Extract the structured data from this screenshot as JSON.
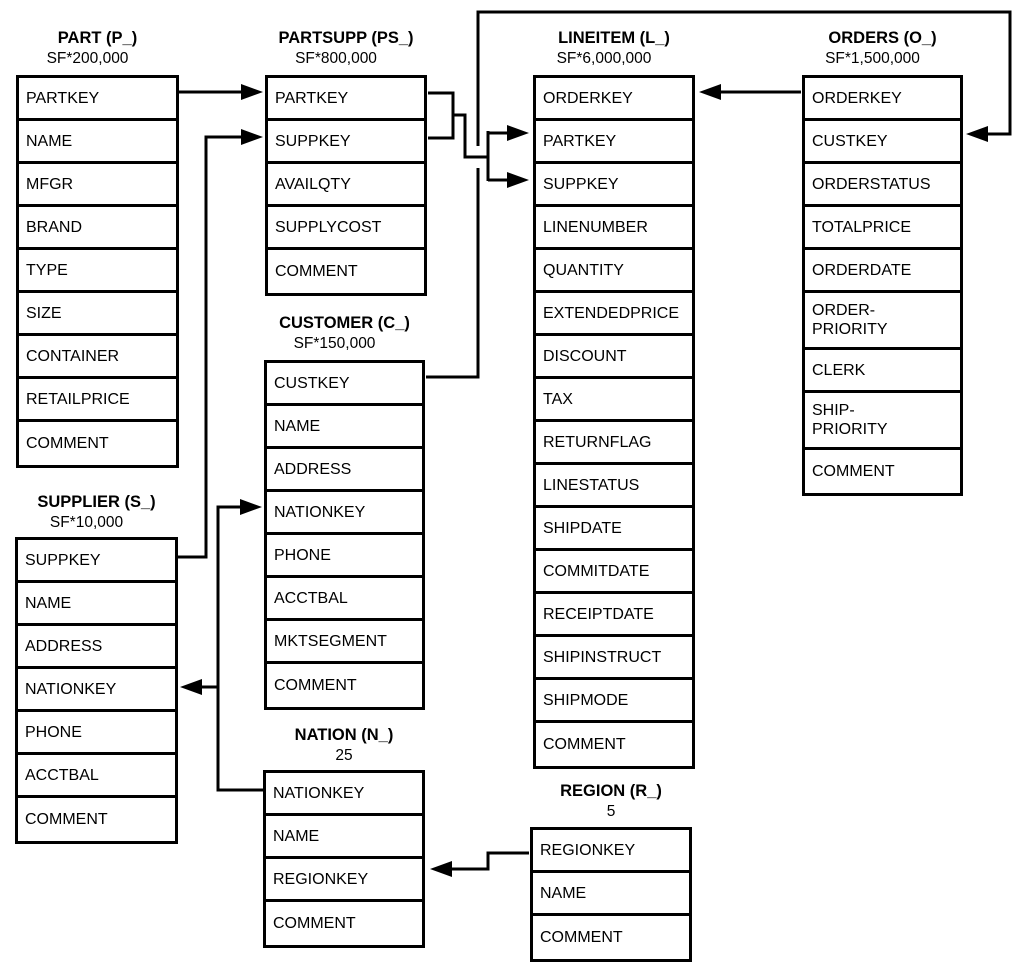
{
  "tables": [
    {
      "id": "part",
      "title": "PART (P_)",
      "cardinality": "SF*200,000",
      "columns": [
        "PARTKEY",
        "NAME",
        "MFGR",
        "BRAND",
        "TYPE",
        "SIZE",
        "CONTAINER",
        "RETAILPRICE",
        "COMMENT"
      ]
    },
    {
      "id": "partsupp",
      "title": "PARTSUPP (PS_)",
      "cardinality": "SF*800,000",
      "columns": [
        "PARTKEY",
        "SUPPKEY",
        "AVAILQTY",
        "SUPPLYCOST",
        "COMMENT"
      ]
    },
    {
      "id": "lineitem",
      "title": "LINEITEM (L_)",
      "cardinality": "SF*6,000,000",
      "columns": [
        "ORDERKEY",
        "PARTKEY",
        "SUPPKEY",
        "LINENUMBER",
        "QUANTITY",
        "EXTENDEDPRICE",
        "DISCOUNT",
        "TAX",
        "RETURNFLAG",
        "LINESTATUS",
        "SHIPDATE",
        "COMMITDATE",
        "RECEIPTDATE",
        "SHIPINSTRUCT",
        "SHIPMODE",
        "COMMENT"
      ]
    },
    {
      "id": "orders",
      "title": "ORDERS (O_)",
      "cardinality": "SF*1,500,000",
      "columns": [
        "ORDERKEY",
        "CUSTKEY",
        "ORDERSTATUS",
        "TOTALPRICE",
        "ORDERDATE",
        "ORDER-\nPRIORITY",
        "CLERK",
        "SHIP-\nPRIORITY",
        "COMMENT"
      ]
    },
    {
      "id": "customer",
      "title": "CUSTOMER (C_)",
      "cardinality": "SF*150,000",
      "columns": [
        "CUSTKEY",
        "NAME",
        "ADDRESS",
        "NATIONKEY",
        "PHONE",
        "ACCTBAL",
        "MKTSEGMENT",
        "COMMENT"
      ]
    },
    {
      "id": "supplier",
      "title": "SUPPLIER (S_)",
      "cardinality": "SF*10,000",
      "columns": [
        "SUPPKEY",
        "NAME",
        "ADDRESS",
        "NATIONKEY",
        "PHONE",
        "ACCTBAL",
        "COMMENT"
      ]
    },
    {
      "id": "nation",
      "title": "NATION (N_)",
      "cardinality": "25",
      "columns": [
        "NATIONKEY",
        "NAME",
        "REGIONKEY",
        "COMMENT"
      ]
    },
    {
      "id": "region",
      "title": "REGION (R_)",
      "cardinality": "5",
      "columns": [
        "REGIONKEY",
        "NAME",
        "COMMENT"
      ]
    }
  ],
  "relationships": [
    {
      "from": "PART.PARTKEY",
      "to": "PARTSUPP.PARTKEY"
    },
    {
      "from": "SUPPLIER.SUPPKEY",
      "to": "PARTSUPP.SUPPKEY"
    },
    {
      "from": "PARTSUPP.PARTKEY",
      "to": "LINEITEM.PARTKEY"
    },
    {
      "from": "PARTSUPP.SUPPKEY",
      "to": "LINEITEM.SUPPKEY"
    },
    {
      "from": "ORDERS.ORDERKEY",
      "to": "LINEITEM.ORDERKEY"
    },
    {
      "from": "CUSTOMER.CUSTKEY",
      "to": "ORDERS.CUSTKEY"
    },
    {
      "from": "NATION.NATIONKEY",
      "to": "CUSTOMER.NATIONKEY"
    },
    {
      "from": "NATION.NATIONKEY",
      "to": "SUPPLIER.NATIONKEY"
    },
    {
      "from": "REGION.REGIONKEY",
      "to": "NATION.REGIONKEY"
    }
  ],
  "colors": {
    "line": "#000000",
    "text": "#000000",
    "background": "#ffffff"
  }
}
